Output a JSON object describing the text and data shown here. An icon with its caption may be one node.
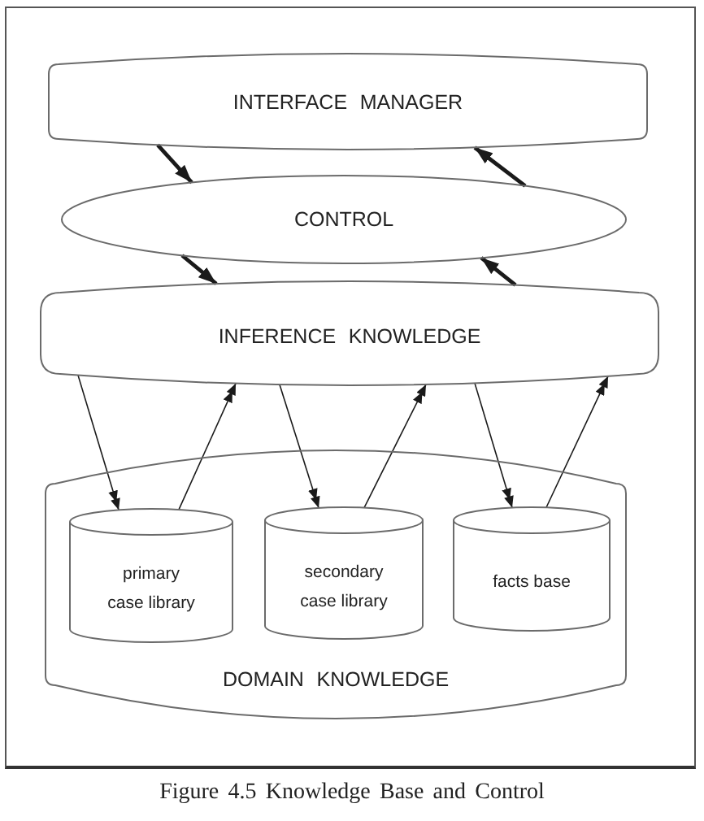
{
  "diagram": {
    "caption": "Figure 4.5 Knowledge Base and Control",
    "nodes": [
      {
        "text": [
          "INTERFACE MANAGER"
        ]
      },
      {
        "text": [
          "CONTROL"
        ]
      },
      {
        "text": [
          "INFERENCE KNOWLEDGE"
        ]
      },
      {
        "text": [
          "DOMAIN KNOWLEDGE"
        ]
      },
      {
        "text": [
          "primary case library"
        ],
        "in": 3
      },
      {
        "text": [
          "secondary case library"
        ],
        "in": 3
      },
      {
        "text": [
          "facts base"
        ],
        "in": 3
      }
    ],
    "edges": [
      {
        "from": 0,
        "to": 1,
        "arrow": "to",
        "style": "thick"
      },
      {
        "from": 1,
        "to": 0,
        "arrow": "to",
        "style": "thick"
      },
      {
        "from": 1,
        "to": 2,
        "arrow": "to",
        "style": "thick"
      },
      {
        "from": 2,
        "to": 1,
        "arrow": "to",
        "style": "thick"
      },
      {
        "from": 2,
        "to": 4,
        "arrow": "to"
      },
      {
        "from": 4,
        "to": 2,
        "arrow": "to"
      },
      {
        "from": 2,
        "to": 5,
        "arrow": "to"
      },
      {
        "from": 5,
        "to": 2,
        "arrow": "to"
      },
      {
        "from": 2,
        "to": 6,
        "arrow": "to"
      },
      {
        "from": 6,
        "to": 2,
        "arrow": "to"
      }
    ]
  }
}
